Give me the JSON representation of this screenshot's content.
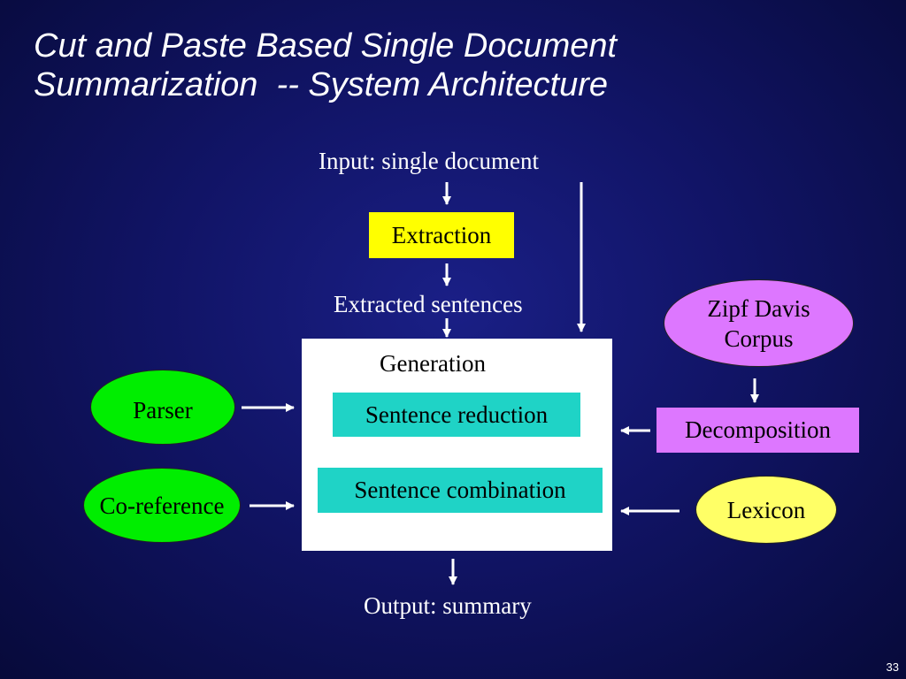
{
  "slide": {
    "title_line1": "Cut and Paste Based Single Document",
    "title_line2": "Summarization  -- System Architecture",
    "page_number": "33"
  },
  "diagram": {
    "input_label": "Input: single document",
    "extraction": "Extraction",
    "extracted_label": "Extracted sentences",
    "generation": "Generation",
    "sentence_reduction": "Sentence reduction",
    "sentence_combination": "Sentence combination",
    "output_label": "Output: summary",
    "parser": "Parser",
    "coreference": "Co-reference",
    "corpus_line1": "Zipf Davis",
    "corpus_line2": "Corpus",
    "decomposition": "Decomposition",
    "lexicon": "Lexicon"
  },
  "colors": {
    "extraction_fill": "#ffff00",
    "reduction_fill": "#1fd3c6",
    "parser_fill": "#00ee00",
    "corpus_fill": "#dd77ff",
    "lexicon_fill": "#ffff66",
    "generation_fill": "#ffffff"
  }
}
